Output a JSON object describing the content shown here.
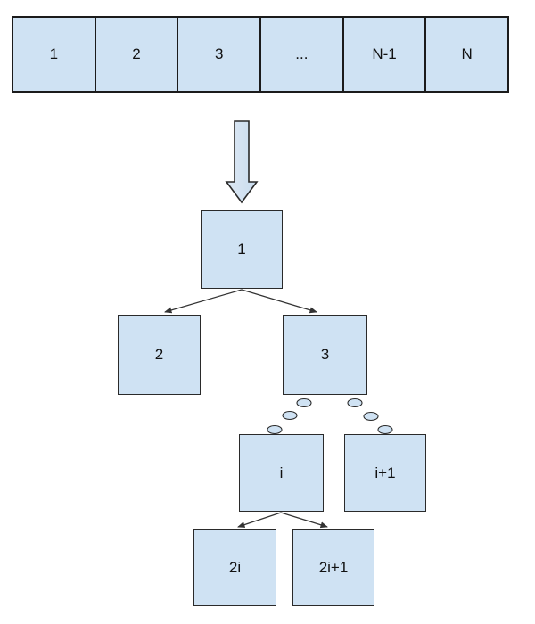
{
  "array": {
    "cells": [
      "1",
      "2",
      "3",
      "...",
      "N-1",
      "N"
    ]
  },
  "tree": {
    "nodes": [
      {
        "label": "1"
      },
      {
        "label": "2"
      },
      {
        "label": "3"
      },
      {
        "label": "i"
      },
      {
        "label": "i+1"
      },
      {
        "label": "2i"
      },
      {
        "label": "2i+1"
      }
    ]
  },
  "icons": {
    "down_block_arrow": "block-arrow-down",
    "continuation_dots": "ellipsis-dots"
  },
  "colors": {
    "shape_fill": "#cfe2f3",
    "shape_border": "#1b1b1b",
    "edge": "#333333",
    "background": "#ffffff"
  }
}
